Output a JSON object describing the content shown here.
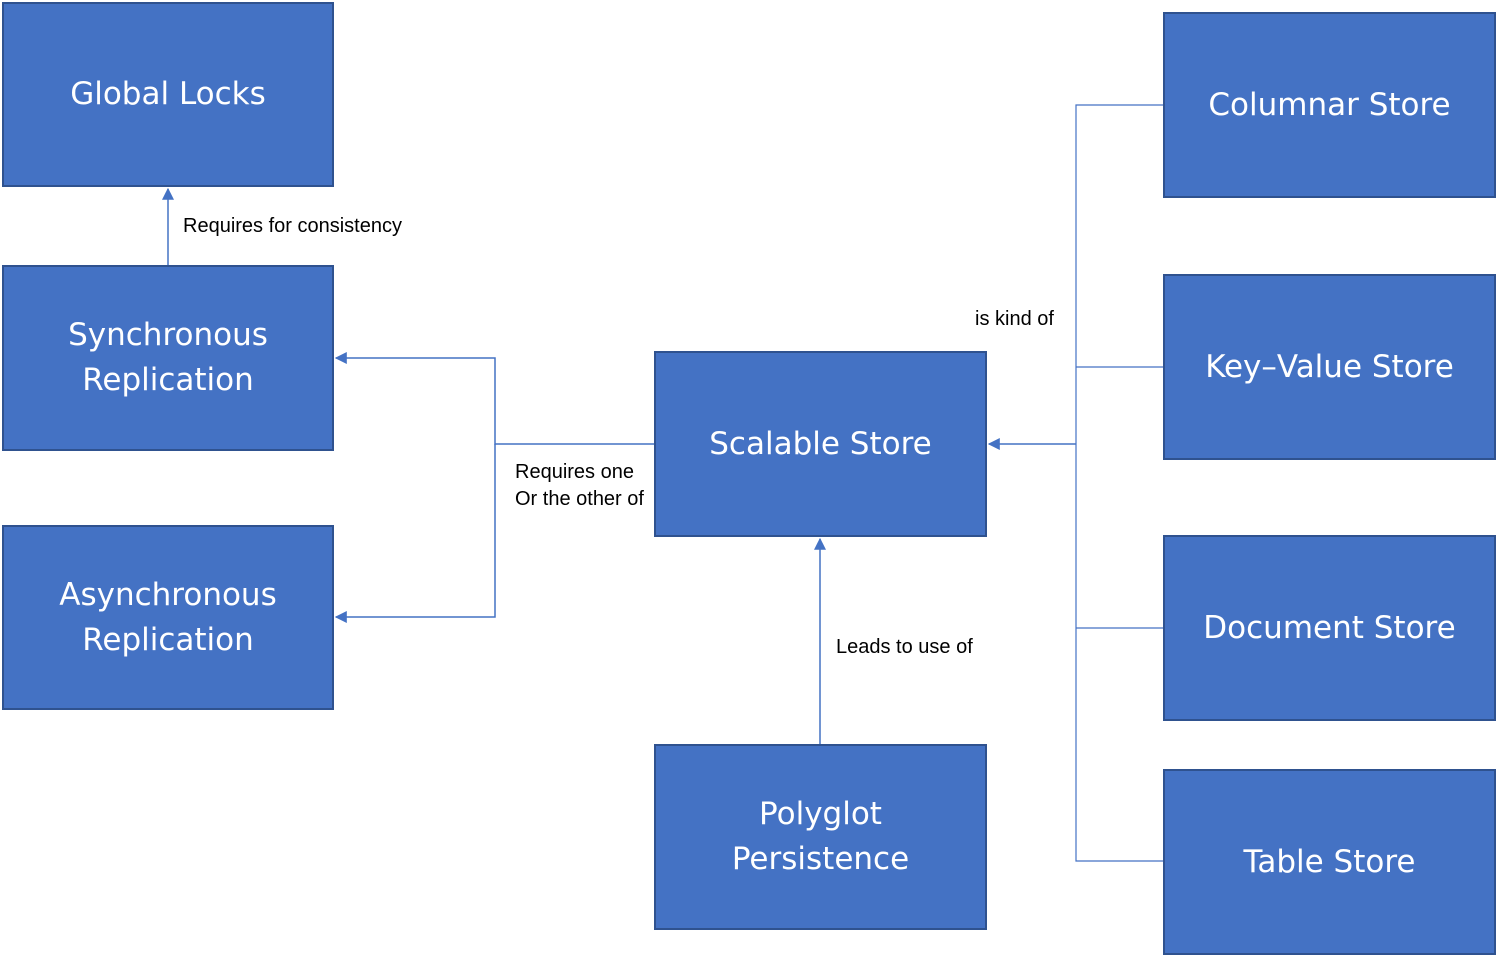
{
  "colors": {
    "node_fill": "#4472c4",
    "node_border": "#2f528f",
    "node_text": "#ffffff",
    "connector": "#4472c4",
    "label_text": "#000000"
  },
  "nodes": {
    "global_locks": "Global Locks",
    "synchronous_replication": "Synchronous\nReplication",
    "asynchronous_replication": "Asynchronous\nReplication",
    "scalable_store": "Scalable Store",
    "polyglot_persistence": "Polyglot\nPersistence",
    "columnar_store": "Columnar Store",
    "key_value_store": "Key–Value Store",
    "document_store": "Document Store",
    "table_store": "Table Store"
  },
  "edge_labels": {
    "requires_for_consistency": "Requires for consistency",
    "requires_one_or_other": "Requires one\nOr the other of",
    "is_kind_of": "is kind of",
    "leads_to_use_of": "Leads to use of"
  }
}
